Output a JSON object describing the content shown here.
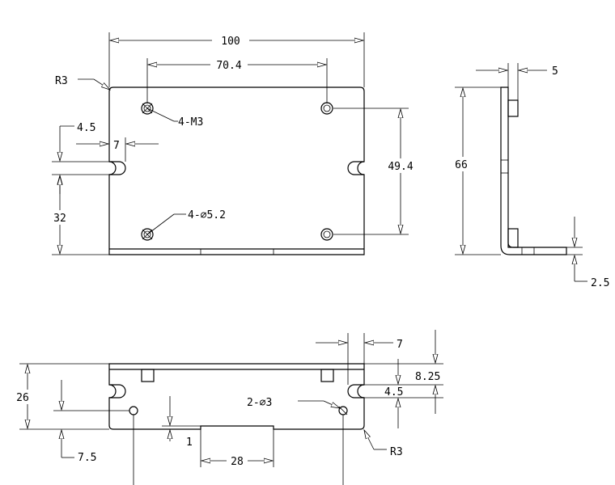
{
  "dimensions": {
    "width_overall": "100",
    "hole_spacing_h": "70.4",
    "corner_radius_top": "R3",
    "tapped_holes": "4-M3",
    "slot_width_left": "4.5",
    "slot_depth_left": "7",
    "bottom_edge_to_slot": "32",
    "hole_spacing_v": "49.4",
    "thru_holes": "4-∅5.2",
    "side_thickness": "5",
    "side_height": "66",
    "side_bend_offset": "2.5",
    "front_height": "26",
    "front_slot_width": "7",
    "front_slot_depth": "8.25",
    "front_slot_gap": "4.5",
    "front_holes": "2-∅3",
    "front_hole_offset": "7.5",
    "front_step": "1",
    "front_notch_width": "28",
    "corner_radius_bottom": "R3"
  }
}
